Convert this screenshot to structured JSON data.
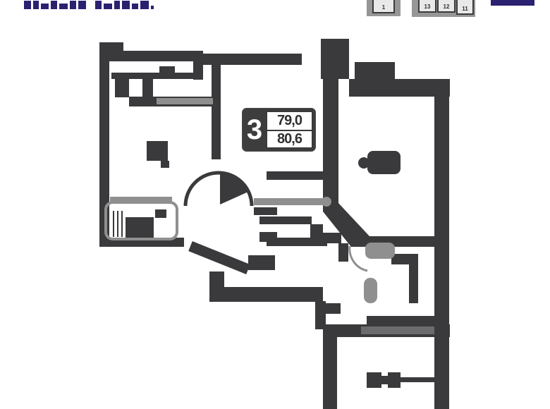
{
  "colors": {
    "wall": "#3a3a3c",
    "light_gray": "#8f8f90",
    "accent_blue": "#2a2170",
    "cell_fill": "#e9e9e9"
  },
  "plan_label": {
    "flat_number": "3",
    "area_top": "79,0",
    "area_bottom": "80,6"
  },
  "floor_strip": {
    "units": [
      {
        "number": "1"
      },
      {
        "number": "13"
      },
      {
        "number": "12"
      },
      {
        "number": "11"
      }
    ]
  }
}
